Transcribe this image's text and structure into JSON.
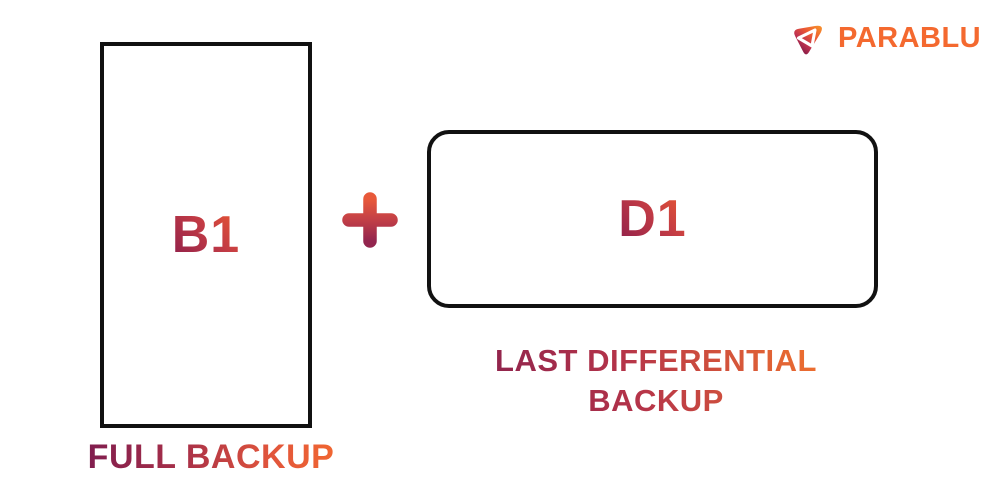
{
  "logo": {
    "brand": "PARABLU",
    "icon": "parablu-triangle-logo",
    "brand_color": "#F4692F",
    "icon_gradient": [
      "#F68A2B",
      "#EC5A33",
      "#C13350",
      "#6E1244"
    ]
  },
  "diagram": {
    "operator": "+",
    "full_backup": {
      "block_label": "B1",
      "caption": "FULL BACKUP"
    },
    "differential_backup": {
      "block_label": "D1",
      "caption_line1": "LAST DIFFERENTIAL",
      "caption_line2": "BACKUP"
    },
    "colors": {
      "gradient_purple": "#7B1B4F",
      "gradient_red": "#D94C3F",
      "gradient_orange": "#F3692F",
      "box_border": "#111111",
      "background": "#FFFFFF"
    }
  }
}
